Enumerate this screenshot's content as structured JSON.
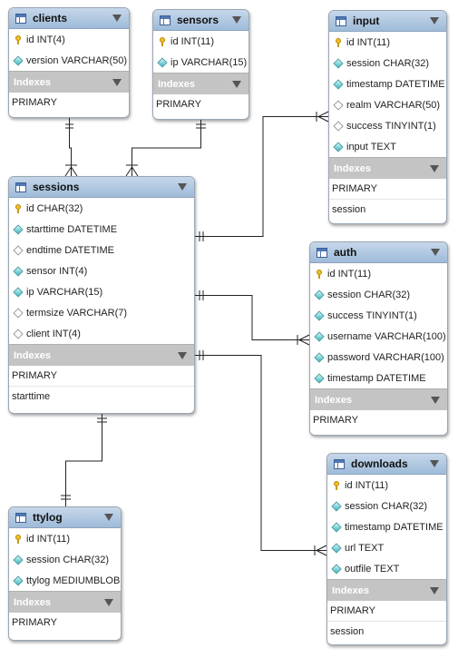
{
  "tables": {
    "clients": {
      "name": "clients",
      "indexes_label": "Indexes",
      "columns": [
        {
          "text": "id INT(4)",
          "icon": "key"
        },
        {
          "text": "version VARCHAR(50)",
          "icon": "diamond"
        }
      ],
      "indexes": [
        "PRIMARY"
      ]
    },
    "sensors": {
      "name": "sensors",
      "indexes_label": "Indexes",
      "columns": [
        {
          "text": "id INT(11)",
          "icon": "key"
        },
        {
          "text": "ip VARCHAR(15)",
          "icon": "diamond"
        }
      ],
      "indexes": [
        "PRIMARY"
      ]
    },
    "input": {
      "name": "input",
      "indexes_label": "Indexes",
      "columns": [
        {
          "text": "id INT(11)",
          "icon": "key"
        },
        {
          "text": "session CHAR(32)",
          "icon": "diamond"
        },
        {
          "text": "timestamp DATETIME",
          "icon": "diamond"
        },
        {
          "text": "realm VARCHAR(50)",
          "icon": "diamond-empty"
        },
        {
          "text": "success TINYINT(1)",
          "icon": "diamond-empty"
        },
        {
          "text": "input TEXT",
          "icon": "diamond"
        }
      ],
      "indexes": [
        "PRIMARY",
        "session"
      ]
    },
    "sessions": {
      "name": "sessions",
      "indexes_label": "Indexes",
      "columns": [
        {
          "text": "id CHAR(32)",
          "icon": "key"
        },
        {
          "text": "starttime DATETIME",
          "icon": "diamond"
        },
        {
          "text": "endtime DATETIME",
          "icon": "diamond-empty"
        },
        {
          "text": "sensor INT(4)",
          "icon": "diamond"
        },
        {
          "text": "ip VARCHAR(15)",
          "icon": "diamond"
        },
        {
          "text": "termsize VARCHAR(7)",
          "icon": "diamond-empty"
        },
        {
          "text": "client INT(4)",
          "icon": "diamond-empty"
        }
      ],
      "indexes": [
        "PRIMARY",
        "starttime"
      ]
    },
    "auth": {
      "name": "auth",
      "indexes_label": "Indexes",
      "columns": [
        {
          "text": "id INT(11)",
          "icon": "key"
        },
        {
          "text": "session CHAR(32)",
          "icon": "diamond"
        },
        {
          "text": "success TINYINT(1)",
          "icon": "diamond"
        },
        {
          "text": "username VARCHAR(100)",
          "icon": "diamond"
        },
        {
          "text": "password VARCHAR(100)",
          "icon": "diamond"
        },
        {
          "text": "timestamp DATETIME",
          "icon": "diamond"
        }
      ],
      "indexes": [
        "PRIMARY"
      ]
    },
    "downloads": {
      "name": "downloads",
      "indexes_label": "Indexes",
      "columns": [
        {
          "text": "id INT(11)",
          "icon": "key"
        },
        {
          "text": "session CHAR(32)",
          "icon": "diamond"
        },
        {
          "text": "timestamp DATETIME",
          "icon": "diamond"
        },
        {
          "text": "url TEXT",
          "icon": "diamond"
        },
        {
          "text": "outfile TEXT",
          "icon": "diamond"
        }
      ],
      "indexes": [
        "PRIMARY",
        "session"
      ]
    },
    "ttylog": {
      "name": "ttylog",
      "indexes_label": "Indexes",
      "columns": [
        {
          "text": "id INT(11)",
          "icon": "key"
        },
        {
          "text": "session CHAR(32)",
          "icon": "diamond"
        },
        {
          "text": "ttylog MEDIUMBLOB",
          "icon": "diamond"
        }
      ],
      "indexes": [
        "PRIMARY"
      ]
    }
  },
  "relationships": [
    {
      "from": "clients",
      "to": "sessions",
      "type": "one-to-many"
    },
    {
      "from": "sensors",
      "to": "sessions",
      "type": "one-to-many"
    },
    {
      "from": "sessions",
      "to": "input",
      "type": "one-to-many"
    },
    {
      "from": "sessions",
      "to": "auth",
      "type": "one-to-many"
    },
    {
      "from": "sessions",
      "to": "downloads",
      "type": "one-to-many"
    },
    {
      "from": "sessions",
      "to": "ttylog",
      "type": "one-to-one"
    }
  ]
}
